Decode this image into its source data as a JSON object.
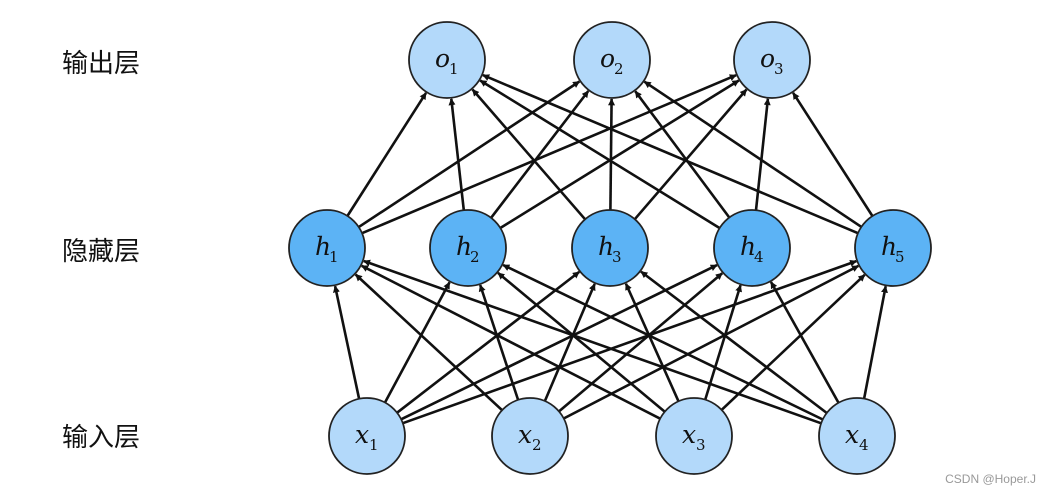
{
  "layers": {
    "output": {
      "label": "输出层",
      "fill": "#b3d9fa",
      "nodes": [
        {
          "var": "o",
          "sub": "1"
        },
        {
          "var": "o",
          "sub": "2"
        },
        {
          "var": "o",
          "sub": "3"
        }
      ]
    },
    "hidden": {
      "label": "隐藏层",
      "fill": "#5cb3f5",
      "nodes": [
        {
          "var": "h",
          "sub": "1"
        },
        {
          "var": "h",
          "sub": "2"
        },
        {
          "var": "h",
          "sub": "3"
        },
        {
          "var": "h",
          "sub": "4"
        },
        {
          "var": "h",
          "sub": "5"
        }
      ]
    },
    "input": {
      "label": "输入层",
      "fill": "#b3d9fa",
      "nodes": [
        {
          "var": "x",
          "sub": "1"
        },
        {
          "var": "x",
          "sub": "2"
        },
        {
          "var": "x",
          "sub": "3"
        },
        {
          "var": "x",
          "sub": "4"
        }
      ]
    }
  },
  "connections": "fully-connected",
  "colors": {
    "node_stroke": "#222222",
    "edge": "#111111",
    "text": "#111111"
  },
  "watermark": "CSDN @Hoper.J"
}
